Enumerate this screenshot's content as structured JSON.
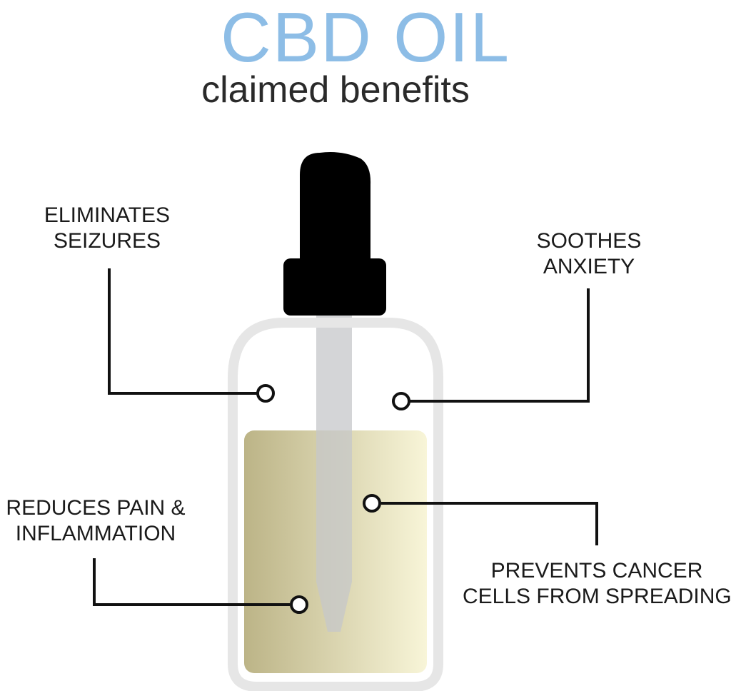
{
  "header": {
    "title": "CBD OIL",
    "subtitle": "claimed benefits"
  },
  "benefits": {
    "seizures": {
      "line1": "ELIMINATES",
      "line2": "SEIZURES"
    },
    "anxiety": {
      "line1": "SOOTHES",
      "line2": "ANXIETY"
    },
    "pain": {
      "line1": "REDUCES PAIN &",
      "line2": "INFLAMMATION"
    },
    "cancer": {
      "line1": "PREVENTS CANCER",
      "line2": "CELLS FROM SPREADING"
    }
  },
  "colors": {
    "title": "#8dbde6",
    "text": "#1a1a1a",
    "cap": "#000000",
    "bottle_outline": "#e6e6e6",
    "dropper": "#c6c7c9",
    "oil_dark": "#bcb487",
    "oil_light": "#f8f5d8",
    "leader_line": "#111111"
  },
  "icons": {
    "dropper_cap": "dropper-cap-icon",
    "bottle": "bottle-icon"
  }
}
